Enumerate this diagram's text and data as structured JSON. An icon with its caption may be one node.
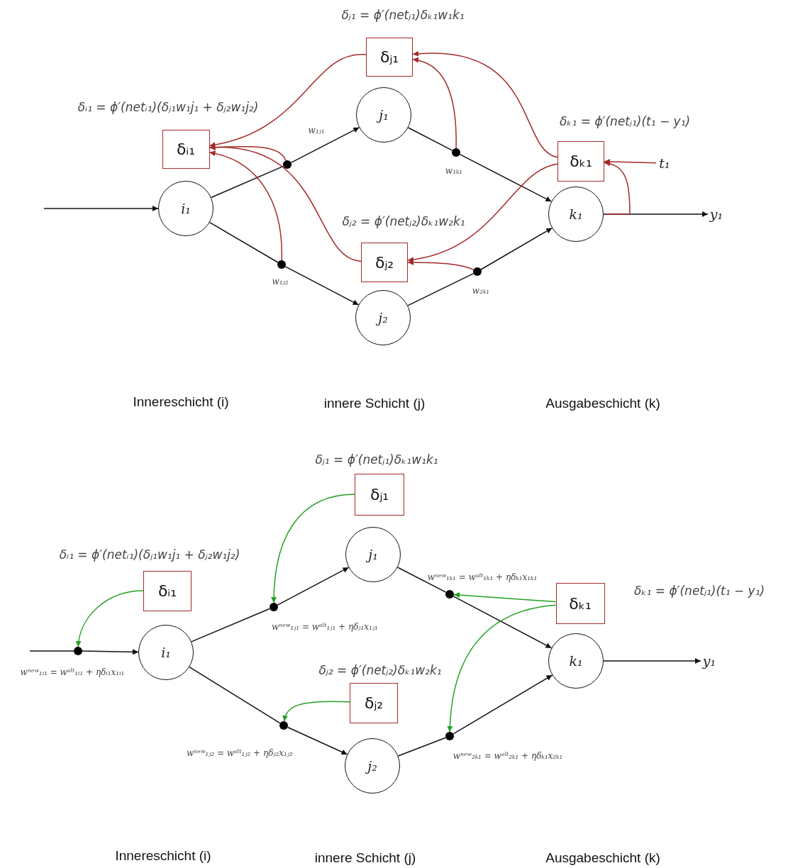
{
  "diagram": {
    "nodes": [
      {
        "text": [
          "δⱼ₁"
        ],
        "beside": [
          "δⱼ₁ = ϕ′(netⱼ₁)δₖ₁w₁k₁"
        ]
      },
      {
        "text": [
          "δᵢ₁"
        ],
        "beside": [
          "δᵢ₁ = ϕ′(netᵢ₁)(δⱼ₁w₁j₁ + δⱼ₂w₁j₂)"
        ]
      },
      {
        "text": [
          "j₁"
        ]
      },
      {
        "text": [
          "δₖ₁"
        ],
        "beside": [
          "δₖ₁ = ϕ′(netⱼ₁)(t₁ − y₁)"
        ]
      },
      {
        "text": [
          "t₁"
        ]
      },
      {
        "text": [],
        "shape": "circle",
        "beside": [
          "w₁ⱼ₁"
        ]
      },
      {
        "text": [
          "i₁"
        ]
      },
      {
        "text": [
          "δⱼ₂"
        ],
        "beside": [
          "δⱼ₂ = ϕ′(netⱼ₂)δₖ₁w₂k₁"
        ]
      },
      {
        "text": [
          "k₁"
        ]
      },
      {
        "text": [
          "y₁"
        ]
      },
      {
        "text": [],
        "shape": "circle",
        "beside": [
          "w₁ₖ₁"
        ]
      },
      {
        "text": [],
        "shape": "circle",
        "beside": [
          "w₁ⱼ₂"
        ]
      },
      {
        "text": [],
        "shape": "circle",
        "beside": [
          "w₂ₖ₁"
        ]
      },
      {
        "text": [
          "j₂"
        ]
      },
      {
        "text": [
          "δⱼ₁"
        ],
        "beside": [
          "δⱼ₁ = ϕ′(netⱼ₁)δₖ₁w₁k₁"
        ]
      },
      {
        "text": [
          "δᵢ₁"
        ],
        "beside": [
          "δᵢ₁ = ϕ′(netᵢ₁)(δⱼ₁w₁j₁ + δⱼ₂w₁j₂)"
        ]
      },
      {
        "text": [
          "j₁"
        ]
      },
      {
        "text": [],
        "shape": "circle",
        "beside": [
          "wⁿᵉʷ₁ᵢ₁ = wᵃˡᵗ₁ᵢ₁ + ηδᵢ₁x₁ᵢ₁"
        ]
      },
      {
        "text": [
          "i₁"
        ]
      },
      {
        "text": [],
        "shape": "circle",
        "beside": [
          "wⁿᵉʷ₁ⱼ₁ = wᵃˡᵗ₁ⱼ₁ + ηδⱼ₁x₁ⱼ₁"
        ]
      },
      {
        "text": [],
        "shape": "circle",
        "beside": [
          "wⁿᵉʷ₁ₖ₁ = wᵃˡᵗ₁ₖ₁ + ηδₖ₁x₁ₖ₁"
        ]
      },
      {
        "text": [
          "δₖ₁"
        ],
        "beside": [
          "δₖ₁ = ϕ′(netⱼ₁)(t₁ − y₁)"
        ]
      },
      {
        "text": [
          "k₁"
        ]
      },
      {
        "text": [
          "y₁"
        ]
      },
      {
        "text": [
          "δⱼ₂"
        ],
        "beside": [
          "δⱼ₂ = ϕ′(netⱼ₂)δₖ₁w₂k₁"
        ]
      },
      {
        "text": [],
        "shape": "circle",
        "beside": [
          "wⁿᵉʷ₁ⱼ₂ = wᵃˡᵗ₁ⱼ₂ + ηδⱼ₂x₁ⱼ₂"
        ]
      },
      {
        "text": [],
        "shape": "circle",
        "beside": [
          "wⁿᵉʷ₂ₖ₁ = wᵃˡᵗ₂ₖ₁ + ηδₖ₁x₂ₖ₁"
        ]
      },
      {
        "text": [
          "j₂"
        ]
      }
    ],
    "edges": [
      {
        "from": null,
        "to": 6,
        "arrow": "to"
      },
      {
        "from": 6,
        "to": 5,
        "arrow": "none"
      },
      {
        "from": 5,
        "to": 2,
        "arrow": "to"
      },
      {
        "from": 6,
        "to": 11,
        "arrow": "none"
      },
      {
        "from": 11,
        "to": 13,
        "arrow": "to"
      },
      {
        "from": 2,
        "to": 10,
        "arrow": "none"
      },
      {
        "from": 10,
        "to": 8,
        "arrow": "to"
      },
      {
        "from": 13,
        "to": 12,
        "arrow": "none"
      },
      {
        "from": 12,
        "to": 8,
        "arrow": "to"
      },
      {
        "from": 8,
        "to": 9,
        "arrow": "to"
      },
      {
        "from": 0,
        "to": 1,
        "arrow": "to",
        "color": "#a52a2a"
      },
      {
        "from": 5,
        "to": 1,
        "arrow": "to",
        "color": "#a52a2a"
      },
      {
        "from": 7,
        "to": 1,
        "arrow": "to",
        "color": "#a52a2a"
      },
      {
        "from": 11,
        "to": 1,
        "arrow": "to",
        "color": "#a52a2a"
      },
      {
        "from": 10,
        "to": 0,
        "arrow": "to",
        "color": "#a52a2a"
      },
      {
        "from": 3,
        "to": 0,
        "arrow": "to",
        "color": "#a52a2a"
      },
      {
        "from": 3,
        "to": 7,
        "arrow": "to",
        "color": "#a52a2a"
      },
      {
        "from": 12,
        "to": 7,
        "arrow": "to",
        "color": "#a52a2a"
      },
      {
        "from": 4,
        "to": 3,
        "arrow": "to",
        "color": "#a52a2a"
      },
      {
        "from": 8,
        "to": 3,
        "arrow": "to",
        "color": "#a52a2a"
      },
      {
        "from": null,
        "to": 17,
        "arrow": "none"
      },
      {
        "from": 17,
        "to": 18,
        "arrow": "to"
      },
      {
        "from": 18,
        "to": 19,
        "arrow": "none"
      },
      {
        "from": 19,
        "to": 16,
        "arrow": "to"
      },
      {
        "from": 18,
        "to": 25,
        "arrow": "none"
      },
      {
        "from": 25,
        "to": 27,
        "arrow": "to"
      },
      {
        "from": 16,
        "to": 20,
        "arrow": "none"
      },
      {
        "from": 20,
        "to": 22,
        "arrow": "to"
      },
      {
        "from": 27,
        "to": 26,
        "arrow": "none"
      },
      {
        "from": 26,
        "to": 22,
        "arrow": "to"
      },
      {
        "from": 22,
        "to": 23,
        "arrow": "to"
      },
      {
        "from": 15,
        "to": 17,
        "arrow": "to",
        "color": "#22a022"
      },
      {
        "from": 14,
        "to": 19,
        "arrow": "to",
        "color": "#22a022"
      },
      {
        "from": 24,
        "to": 25,
        "arrow": "to",
        "color": "#22a022"
      },
      {
        "from": 21,
        "to": 20,
        "arrow": "to",
        "color": "#22a022"
      },
      {
        "from": 21,
        "to": 26,
        "arrow": "to",
        "color": "#22a022"
      }
    ],
    "labels": [
      "Innereschicht (i)",
      "innere Schicht (j)",
      "Ausgabeschicht (k)",
      "Innereschicht (i)",
      "innere Schicht (j)",
      "Ausgabeschicht (k)"
    ]
  }
}
